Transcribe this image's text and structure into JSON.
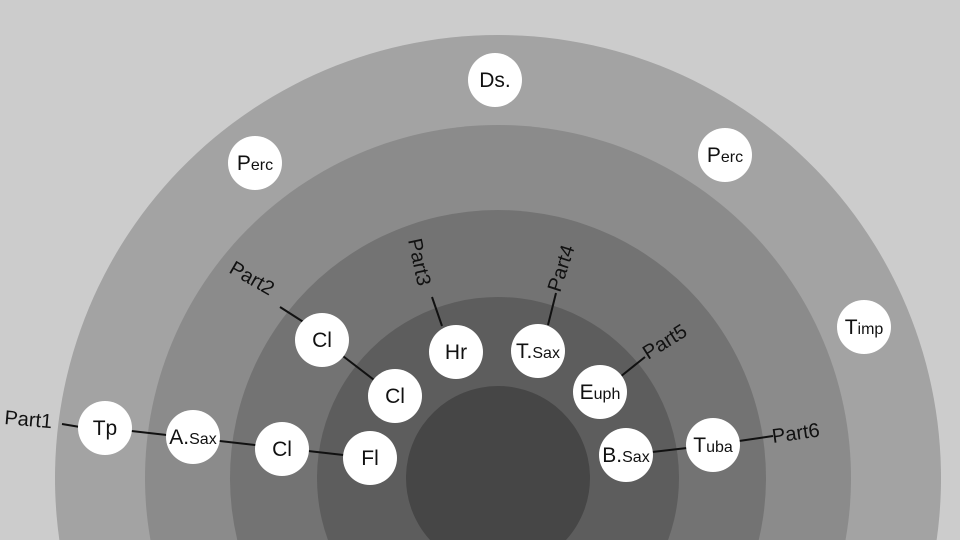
{
  "colors": {
    "background": "#cccccc",
    "rings": [
      "#a3a3a3",
      "#8b8b8b",
      "#737373",
      "#5d5d5d",
      "#464646"
    ],
    "seat": "#ffffff"
  },
  "seats": [
    {
      "id": "ds",
      "big": "Ds.",
      "small": ""
    },
    {
      "id": "perc-left",
      "big": "P",
      "small": "erc"
    },
    {
      "id": "perc-right",
      "big": "P",
      "small": "erc"
    },
    {
      "id": "timp",
      "big": "T",
      "small": "imp"
    },
    {
      "id": "cl-1",
      "big": "Cl",
      "small": ""
    },
    {
      "id": "hr",
      "big": "Hr",
      "small": ""
    },
    {
      "id": "tsax",
      "big": "T.",
      "small": "Sax"
    },
    {
      "id": "cl-2",
      "big": "Cl",
      "small": ""
    },
    {
      "id": "euph",
      "big": "E",
      "small": "uph"
    },
    {
      "id": "tp",
      "big": "Tp",
      "small": ""
    },
    {
      "id": "asax",
      "big": "A.",
      "small": "Sax"
    },
    {
      "id": "cl-3",
      "big": "Cl",
      "small": ""
    },
    {
      "id": "fl",
      "big": "Fl",
      "small": ""
    },
    {
      "id": "bsax",
      "big": "B.",
      "small": "Sax"
    },
    {
      "id": "tuba",
      "big": "T",
      "small": "uba"
    }
  ],
  "parts": [
    "Part1",
    "Part2",
    "Part3",
    "Part4",
    "Part5",
    "Part6"
  ]
}
